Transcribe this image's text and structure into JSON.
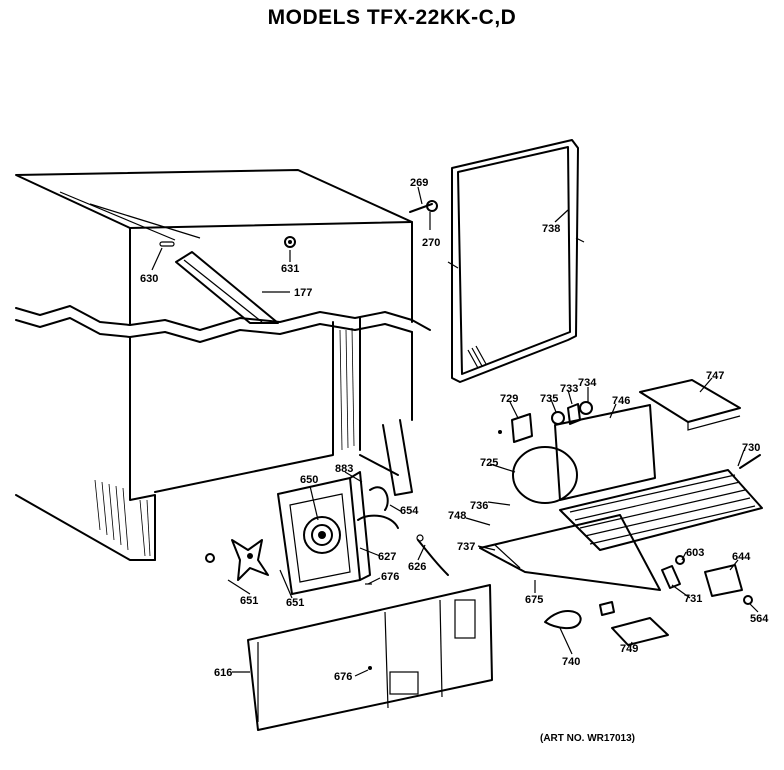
{
  "title": "MODELS TFX-22KK-C,D",
  "art_no": "(ART NO. WR17013)",
  "part_labels": {
    "p269": "269",
    "p270": "270",
    "p738": "738",
    "p630": "630",
    "p631": "631",
    "p177": "177",
    "p729": "729",
    "p735": "735",
    "p733": "733",
    "p734": "734",
    "p746": "746",
    "p747": "747",
    "p730": "730",
    "p725": "725",
    "p650": "650",
    "p883": "883",
    "p654": "654",
    "p736": "736",
    "p748": "748",
    "p737": "737",
    "p627": "627",
    "p626": "626",
    "p676a": "676",
    "p651a": "651",
    "p651b": "651",
    "p603": "603",
    "p644": "644",
    "p675": "675",
    "p731": "731",
    "p564": "564",
    "p616": "616",
    "p676b": "676",
    "p740": "740",
    "p749": "749"
  }
}
